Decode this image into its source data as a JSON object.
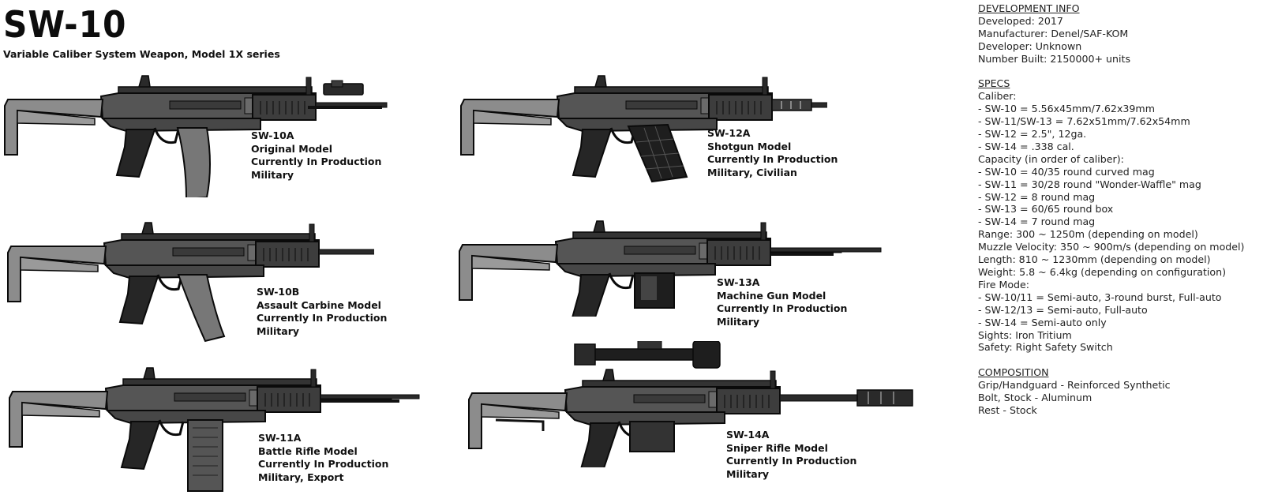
{
  "title": "SW-10",
  "subtitle": "Variable Caliber System Weapon, Model 1X series",
  "models": [
    {
      "name": "SW-10A",
      "role": "Original Model",
      "status": "Currently In Production",
      "users": "Military"
    },
    {
      "name": "SW-12A",
      "role": "Shotgun Model",
      "status": "Currently In Production",
      "users": "Military, Civilian"
    },
    {
      "name": "SW-10B",
      "role": "Assault Carbine Model",
      "status": "Currently In Production",
      "users": "Military"
    },
    {
      "name": "SW-13A",
      "role": "Machine Gun Model",
      "status": "Currently In Production",
      "users": "Military"
    },
    {
      "name": "SW-11A",
      "role": "Battle Rifle Model",
      "status": "Currently In Production",
      "users": "Military, Export"
    },
    {
      "name": "SW-14A",
      "role": "Sniper Rifle Model",
      "status": "Currently In Production",
      "users": "Military"
    }
  ],
  "info": {
    "dev_heading": "DEVELOPMENT INFO",
    "dev": [
      "Developed: 2017",
      "Manufacturer: Denel/SAF-KOM",
      "Developer: Unknown",
      "Number Built: 2150000+ units"
    ],
    "specs_heading": "SPECS",
    "specs": [
      "Caliber:",
      "- SW-10 = 5.56x45mm/7.62x39mm",
      "- SW-11/SW-13 = 7.62x51mm/7.62x54mm",
      "- SW-12 = 2.5\", 12ga.",
      "- SW-14 = .338 cal.",
      "Capacity (in order of caliber):",
      "- SW-10 = 40/35 round curved mag",
      "- SW-11 = 30/28 round \"Wonder-Waffle\" mag",
      "- SW-12 = 8 round mag",
      "- SW-13 = 60/65 round box",
      "- SW-14 = 7 round mag",
      "Range: 300 ~ 1250m (depending on model)",
      "Muzzle Velocity: 350 ~ 900m/s (depending on model)",
      "Length: 810 ~ 1230mm (depending on model)",
      "Weight: 5.8 ~ 6.4kg (depending on configuration)",
      "Fire Mode:",
      "- SW-10/11 = Semi-auto, 3-round burst, Full-auto",
      "- SW-12/13 = Semi-auto, Full-auto",
      "- SW-14 = Semi-auto only",
      "Sights: Iron Tritium",
      "Safety: Right Safety Switch"
    ],
    "comp_heading": "COMPOSITION",
    "comp": [
      "Grip/Handguard - Reinforced Synthetic",
      "Bolt, Stock - Aluminum",
      "Rest - Stock"
    ]
  },
  "colors": {
    "body": "#4b4b4b",
    "dark": "#222222",
    "outline": "#0a0a0a",
    "stock": "#8c8c8c"
  }
}
